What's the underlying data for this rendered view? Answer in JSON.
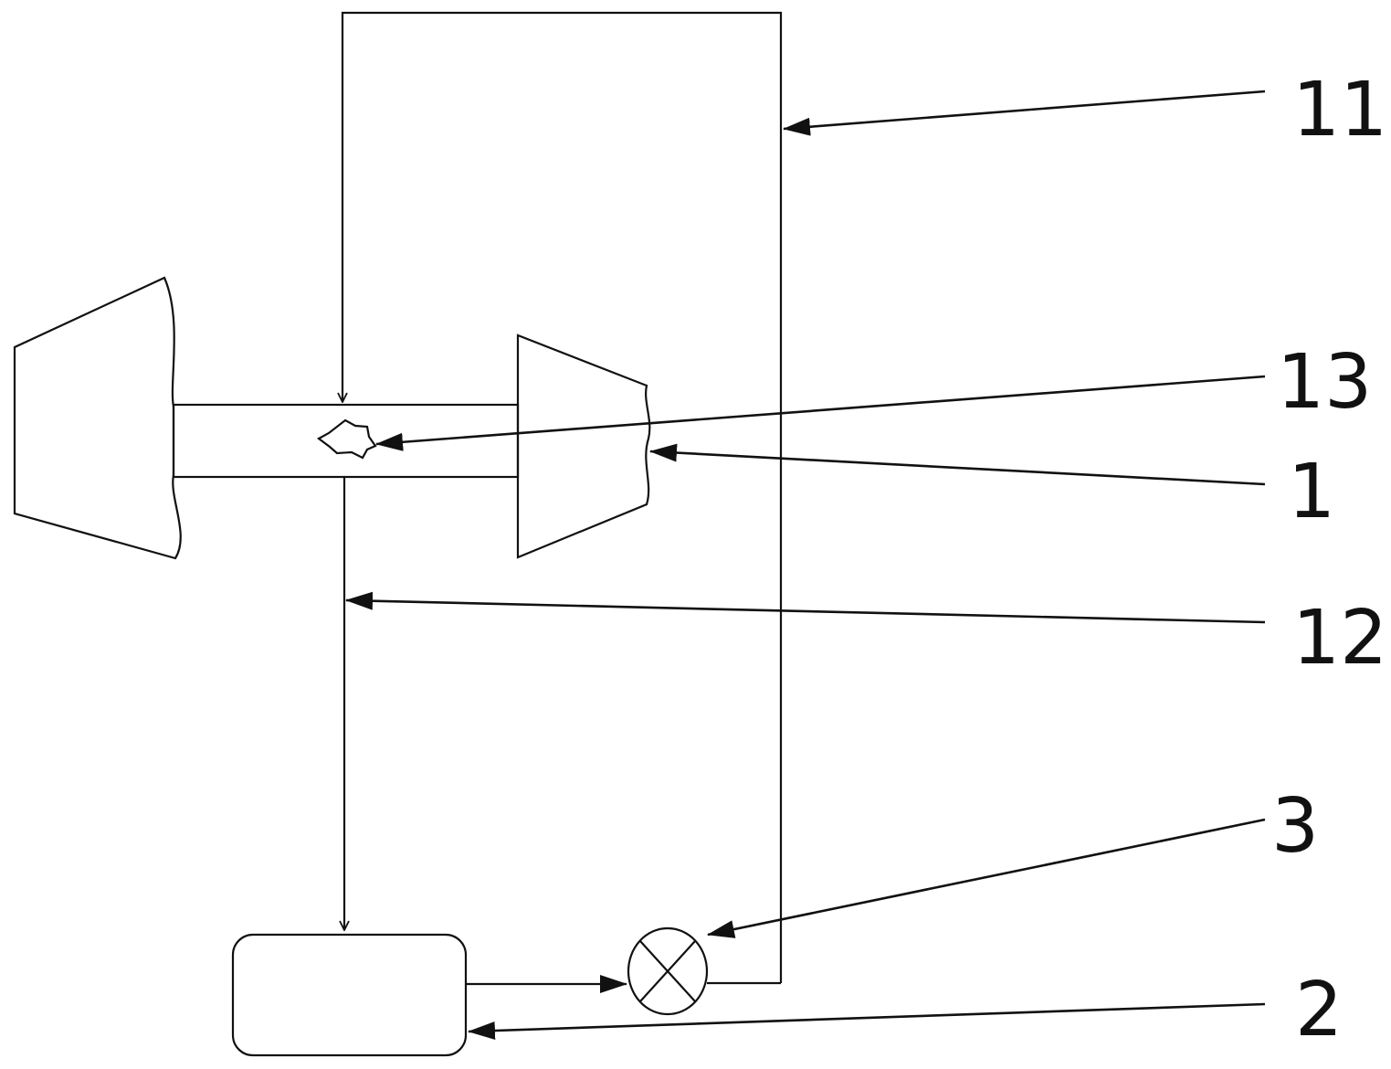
{
  "diagram": {
    "callouts": [
      {
        "id": "11",
        "label": "11",
        "target": "return-pipe"
      },
      {
        "id": "13",
        "label": "13",
        "target": "sensor"
      },
      {
        "id": "1",
        "label": "1",
        "target": "turbine-assembly"
      },
      {
        "id": "12",
        "label": "12",
        "target": "supply-pipe"
      },
      {
        "id": "3",
        "label": "3",
        "target": "valve"
      },
      {
        "id": "2",
        "label": "2",
        "target": "tank"
      }
    ]
  }
}
